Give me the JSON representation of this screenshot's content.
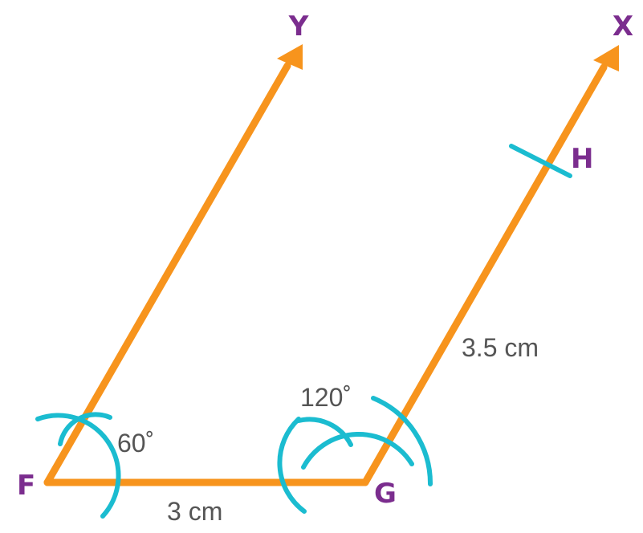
{
  "colors": {
    "line": "#F7941D",
    "arc": "#1BBCD0",
    "point_label": "#7B2D8E",
    "measure_text": "#555555"
  },
  "points": {
    "F": "F",
    "G": "G",
    "H": "H",
    "X": "X",
    "Y": "Y"
  },
  "measures": {
    "fg": "3 cm",
    "gh": "3.5 cm",
    "angle_f": "60˚",
    "angle_g": "120˚"
  }
}
